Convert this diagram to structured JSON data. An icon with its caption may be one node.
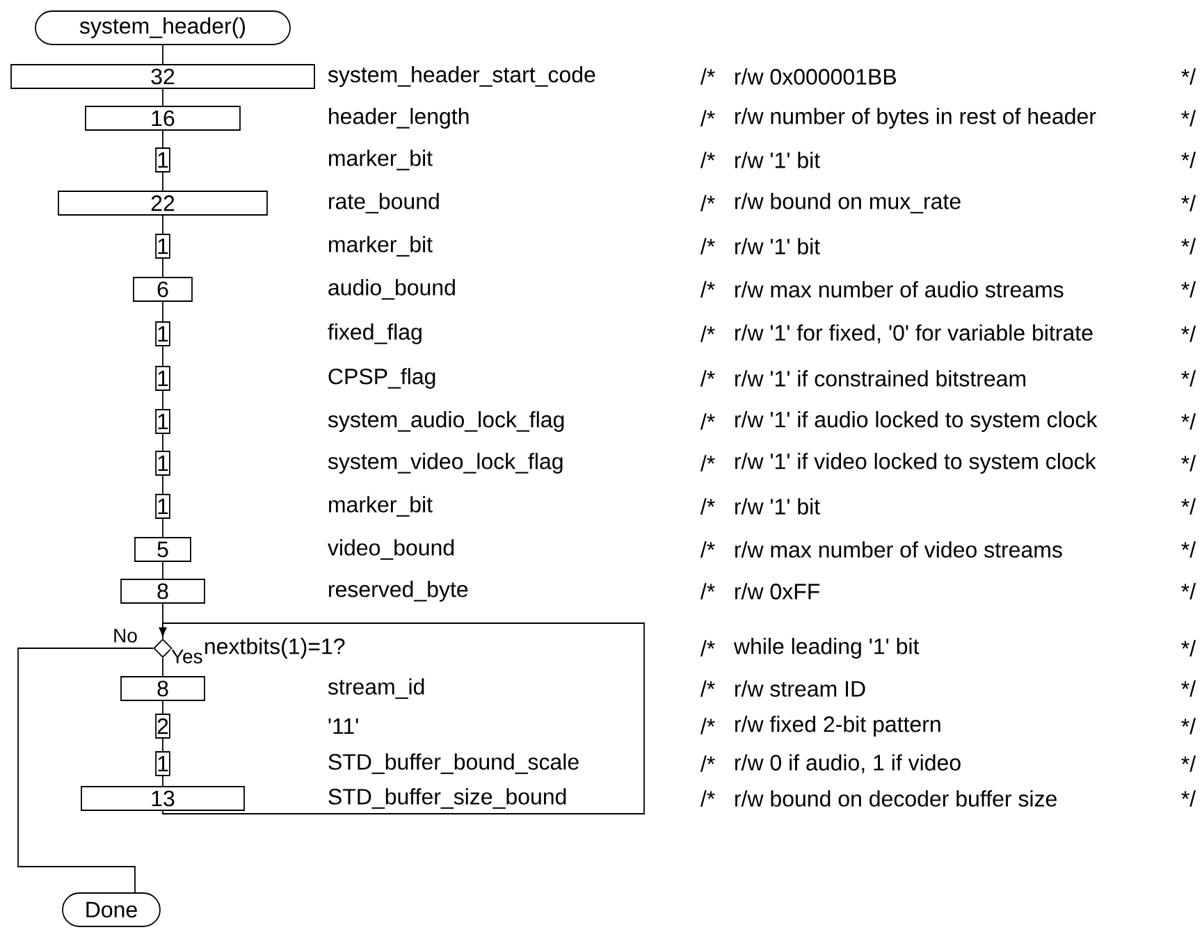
{
  "diagram": {
    "nodes": [
      {
        "text": [
          "system_header()"
        ]
      },
      {
        "text": [
          "32"
        ]
      },
      {
        "text": [
          "16"
        ]
      },
      {
        "text": [
          "1"
        ]
      },
      {
        "text": [
          "22"
        ]
      },
      {
        "text": [
          "1"
        ]
      },
      {
        "text": [
          "6"
        ]
      },
      {
        "text": [
          "1"
        ]
      },
      {
        "text": [
          "1"
        ]
      },
      {
        "text": [
          "1"
        ]
      },
      {
        "text": [
          "1"
        ]
      },
      {
        "text": [
          "1"
        ]
      },
      {
        "text": [
          "5"
        ]
      },
      {
        "text": [
          "8"
        ]
      },
      {
        "text": [],
        "shape": "diamond"
      },
      {
        "text": [
          "8"
        ]
      },
      {
        "text": [
          "2"
        ]
      },
      {
        "text": [
          "1"
        ]
      },
      {
        "text": [
          "13"
        ]
      },
      {
        "text": [
          "Done"
        ]
      }
    ],
    "edges": [
      {
        "from": 0,
        "to": 1,
        "arrow": "none"
      },
      {
        "from": 1,
        "to": 2,
        "arrow": "none"
      },
      {
        "from": 2,
        "to": 3,
        "arrow": "none"
      },
      {
        "from": 3,
        "to": 4,
        "arrow": "none"
      },
      {
        "from": 4,
        "to": 5,
        "arrow": "none"
      },
      {
        "from": 5,
        "to": 6,
        "arrow": "none"
      },
      {
        "from": 6,
        "to": 7,
        "arrow": "none"
      },
      {
        "from": 7,
        "to": 8,
        "arrow": "none"
      },
      {
        "from": 8,
        "to": 9,
        "arrow": "none"
      },
      {
        "from": 9,
        "to": 10,
        "arrow": "none"
      },
      {
        "from": 10,
        "to": 11,
        "arrow": "none"
      },
      {
        "from": 11,
        "to": 12,
        "arrow": "none"
      },
      {
        "from": 12,
        "to": 13,
        "arrow": "none"
      },
      {
        "from": 13,
        "to": 14,
        "arrow": "none"
      },
      {
        "from": 14,
        "to": 15,
        "arrow": "none",
        "label": "Yes"
      },
      {
        "from": 15,
        "to": 16,
        "arrow": "none"
      },
      {
        "from": 16,
        "to": 17,
        "arrow": "none"
      },
      {
        "from": 17,
        "to": 18,
        "arrow": "none"
      },
      {
        "from": 18,
        "to": 14,
        "arrow": "to"
      },
      {
        "from": 14,
        "to": 19,
        "arrow": "none",
        "label": "No"
      }
    ],
    "labels": [
      "system_header_start_code",
      "/*",
      "r/w 0x000001BB",
      "*/",
      "header_length",
      "/*",
      "r/w number of bytes in rest of header",
      "*/",
      "marker_bit",
      "/*",
      "r/w '1' bit",
      "*/",
      "rate_bound",
      "/*",
      "r/w bound on mux_rate",
      "*/",
      "marker_bit",
      "/*",
      "r/w '1' bit",
      "*/",
      "audio_bound",
      "/*",
      "r/w max number of audio streams",
      "*/",
      "fixed_flag",
      "/*",
      "r/w '1' for fixed, '0' for variable bitrate",
      "*/",
      "CPSP_flag",
      "/*",
      "r/w '1' if constrained bitstream",
      "*/",
      "system_audio_lock_flag",
      "/*",
      "r/w '1' if audio locked to system clock",
      "*/",
      "system_video_lock_flag",
      "/*",
      "r/w '1' if video locked to system clock",
      "*/",
      "marker_bit",
      "/*",
      "r/w '1' bit",
      "*/",
      "video_bound",
      "/*",
      "r/w max number of video streams",
      "*/",
      "reserved_byte",
      "/*",
      "r/w 0xFF",
      "*/",
      "nextbits(1)=1?",
      "/*",
      "while leading '1' bit",
      "*/",
      "stream_id",
      "/*",
      "r/w stream ID",
      "*/",
      "'11'",
      "/*",
      "r/w fixed 2-bit pattern",
      "*/",
      "STD_buffer_bound_scale",
      "/*",
      "r/w 0 if audio, 1 if video",
      "*/",
      "STD_buffer_size_bound",
      "/*",
      "r/w bound on decoder buffer size",
      "*/"
    ]
  }
}
